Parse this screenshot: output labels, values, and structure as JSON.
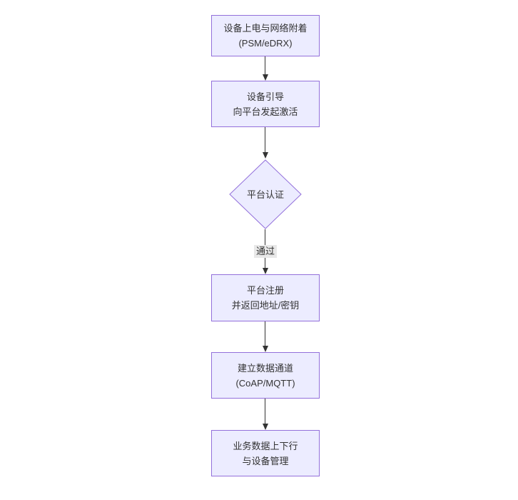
{
  "diagram": {
    "type": "flowchart",
    "direction": "top-down",
    "colors": {
      "background": "#ffffff",
      "node_fill": "#ececff",
      "node_border": "#9370db",
      "text": "#333333",
      "edge": "#333333",
      "edge_label_bg": "#e8e8e8"
    },
    "nodes": [
      {
        "id": "device-power-attach",
        "shape": "rect",
        "line1": "设备上电与网络附着",
        "line2": "(PSM/eDRX)"
      },
      {
        "id": "device-bootstrap",
        "shape": "rect",
        "line1": "设备引导",
        "line2": "向平台发起激活"
      },
      {
        "id": "platform-auth",
        "shape": "diamond",
        "line1": "平台认证",
        "line2": ""
      },
      {
        "id": "platform-register",
        "shape": "rect",
        "line1": "平台注册",
        "line2": "并返回地址/密钥"
      },
      {
        "id": "data-channel",
        "shape": "rect",
        "line1": "建立数据通道",
        "line2": "(CoAP/MQTT)"
      },
      {
        "id": "business-data-manage",
        "shape": "rect",
        "line1": "业务数据上下行",
        "line2": "与设备管理"
      }
    ],
    "edges": [
      {
        "from": "device-power-attach",
        "to": "device-bootstrap",
        "label": ""
      },
      {
        "from": "device-bootstrap",
        "to": "platform-auth",
        "label": ""
      },
      {
        "from": "platform-auth",
        "to": "platform-register",
        "label": "通过"
      },
      {
        "from": "platform-register",
        "to": "data-channel",
        "label": ""
      },
      {
        "from": "data-channel",
        "to": "business-data-manage",
        "label": ""
      }
    ]
  }
}
